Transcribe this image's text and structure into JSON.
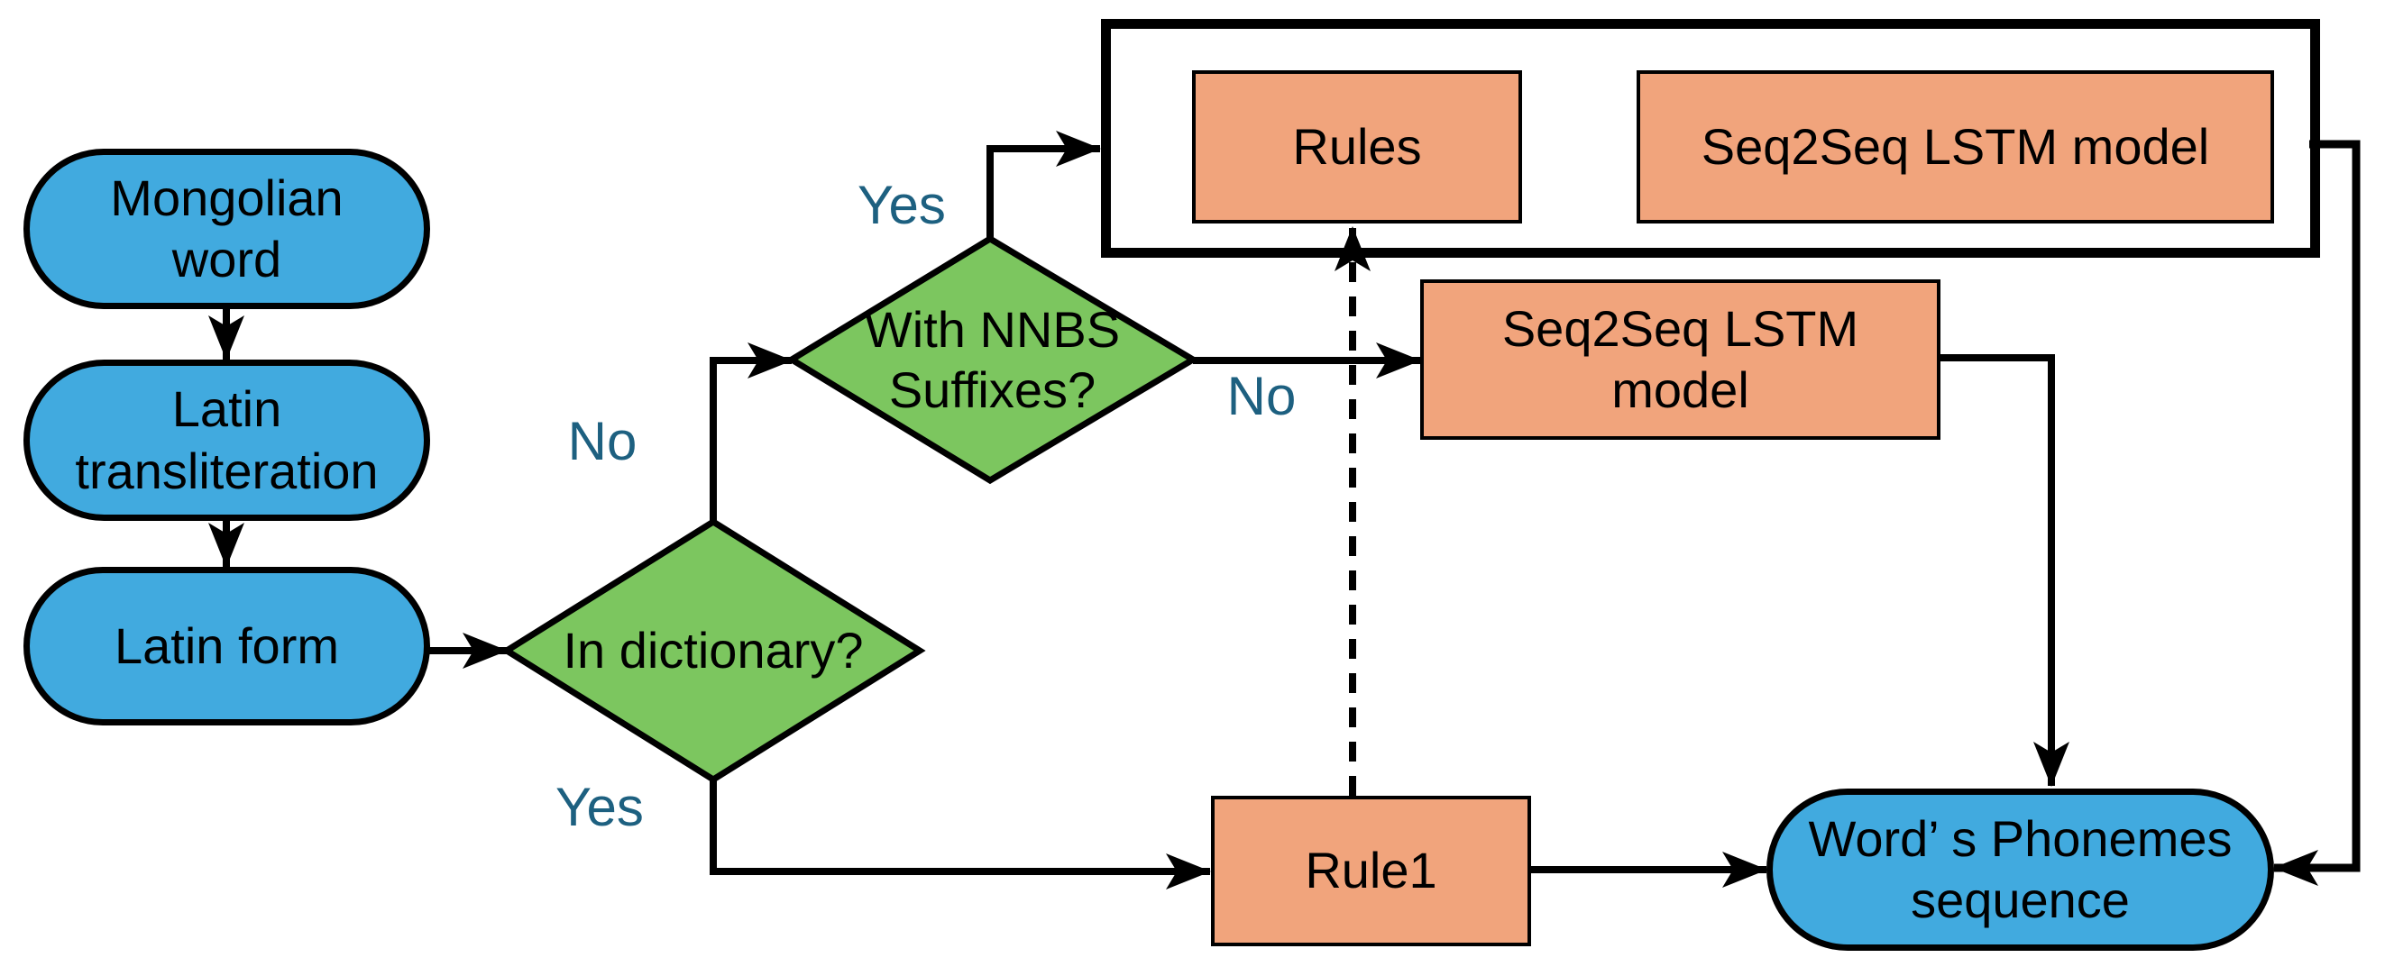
{
  "diagram": {
    "type": "flowchart",
    "description": "Mongolian word grapheme-to-phoneme conversion flowchart"
  },
  "colors": {
    "stadium": "#41AADF",
    "decision": "#7CC65F",
    "process": "#F1A47C",
    "container": "#FFFFFF",
    "label": "#1D6080",
    "line": "#000000"
  },
  "nodes": {
    "mongolian_word": {
      "line1": "Mongolian",
      "line2": "word"
    },
    "latin_transliteration": {
      "line1": "Latin",
      "line2": "transliteration"
    },
    "latin_form": {
      "line1": "Latin form"
    },
    "in_dictionary": {
      "line1": "In dictionary?"
    },
    "with_nnbs": {
      "line1": "With NNBS",
      "line2": "Suffixes?"
    },
    "rules": {
      "line1": "Rules"
    },
    "seq2seq_top": {
      "line1": "Seq2Seq LSTM model"
    },
    "seq2seq_mid": {
      "line1": "Seq2Seq LSTM",
      "line2": "model"
    },
    "rule1": {
      "line1": "Rule1"
    },
    "phonemes": {
      "line1": "Word’ s Phonemes",
      "line2": "sequence"
    }
  },
  "edge_labels": {
    "dict_yes": "Yes",
    "dict_no": "No",
    "nnbs_yes": "Yes",
    "nnbs_no": "No"
  }
}
